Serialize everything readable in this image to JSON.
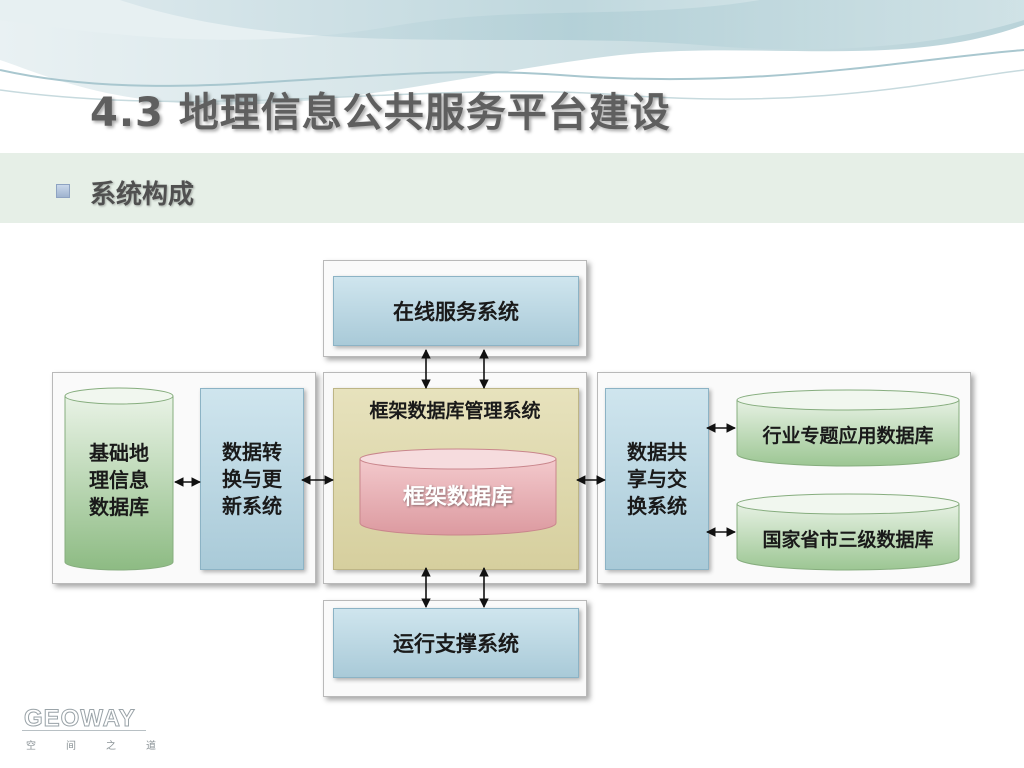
{
  "title": "4.3 地理信息公共服务平台建设",
  "subtitle": "系统构成",
  "diagram": {
    "top_box": "在线服务系统",
    "bottom_box": "运行支撑系统",
    "center_title": "框架数据库管理系统",
    "center_db": "框架数据库",
    "left_db": "基础地\n理信息\n数据库",
    "left_box": "数据转\n换与更\n新系统",
    "right_box": "数据共\n享与交\n换系统",
    "right_db_top": "行业专题应用数据库",
    "right_db_bottom": "国家省市三级数据库"
  },
  "logo": {
    "name": "GEOWAY",
    "tagline": "空间之道"
  }
}
